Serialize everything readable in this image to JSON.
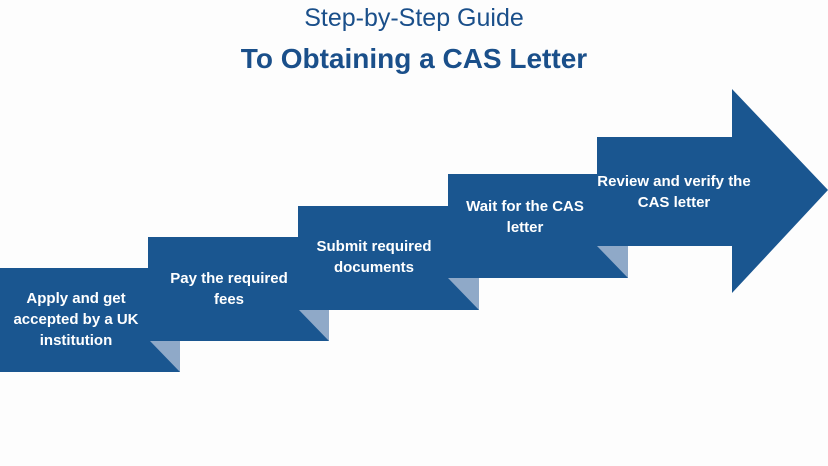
{
  "title": {
    "line1": "Step-by-Step Guide",
    "line2": "To Obtaining a CAS Letter"
  },
  "colors": {
    "title": "#1a4f8a",
    "step_fill": "#1a5690",
    "fold_fill": "#8fa9c8",
    "label": "#ffffff"
  },
  "steps": [
    {
      "label": "Apply and get accepted by a UK institution"
    },
    {
      "label": "Pay the required fees"
    },
    {
      "label": "Submit required documents"
    },
    {
      "label": "Wait for the CAS letter"
    },
    {
      "label": "Review and verify the CAS letter"
    }
  ]
}
